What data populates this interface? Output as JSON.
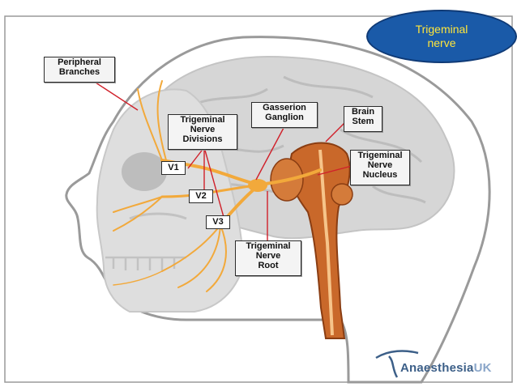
{
  "title": {
    "line1": "Trigeminal",
    "line2": "nerve"
  },
  "labels": {
    "peripheral_branches": "Peripheral\nBranches",
    "trigeminal_nerve_divisions": "Trigeminal\nNerve\nDivisions",
    "gasserion_ganglion": "Gasserion\nGanglion",
    "brain_stem": "Brain\nStem",
    "trigeminal_nerve_nucleus": "Trigeminal\nNerve\nNucleus",
    "trigeminal_nerve_root": "Trigeminal\nNerve\nRoot",
    "v1": "V1",
    "v2": "V2",
    "v3": "V3"
  },
  "logo": {
    "main": "Anaesthesia",
    "suffix": "UK"
  },
  "colors": {
    "title_fill": "#1a5aa8",
    "title_text": "#ffe53b",
    "nerve": "#f2a93b",
    "brainstem": "#c9682a",
    "pointer_line": "#d0202a",
    "logo_text": "#3c5f88"
  }
}
